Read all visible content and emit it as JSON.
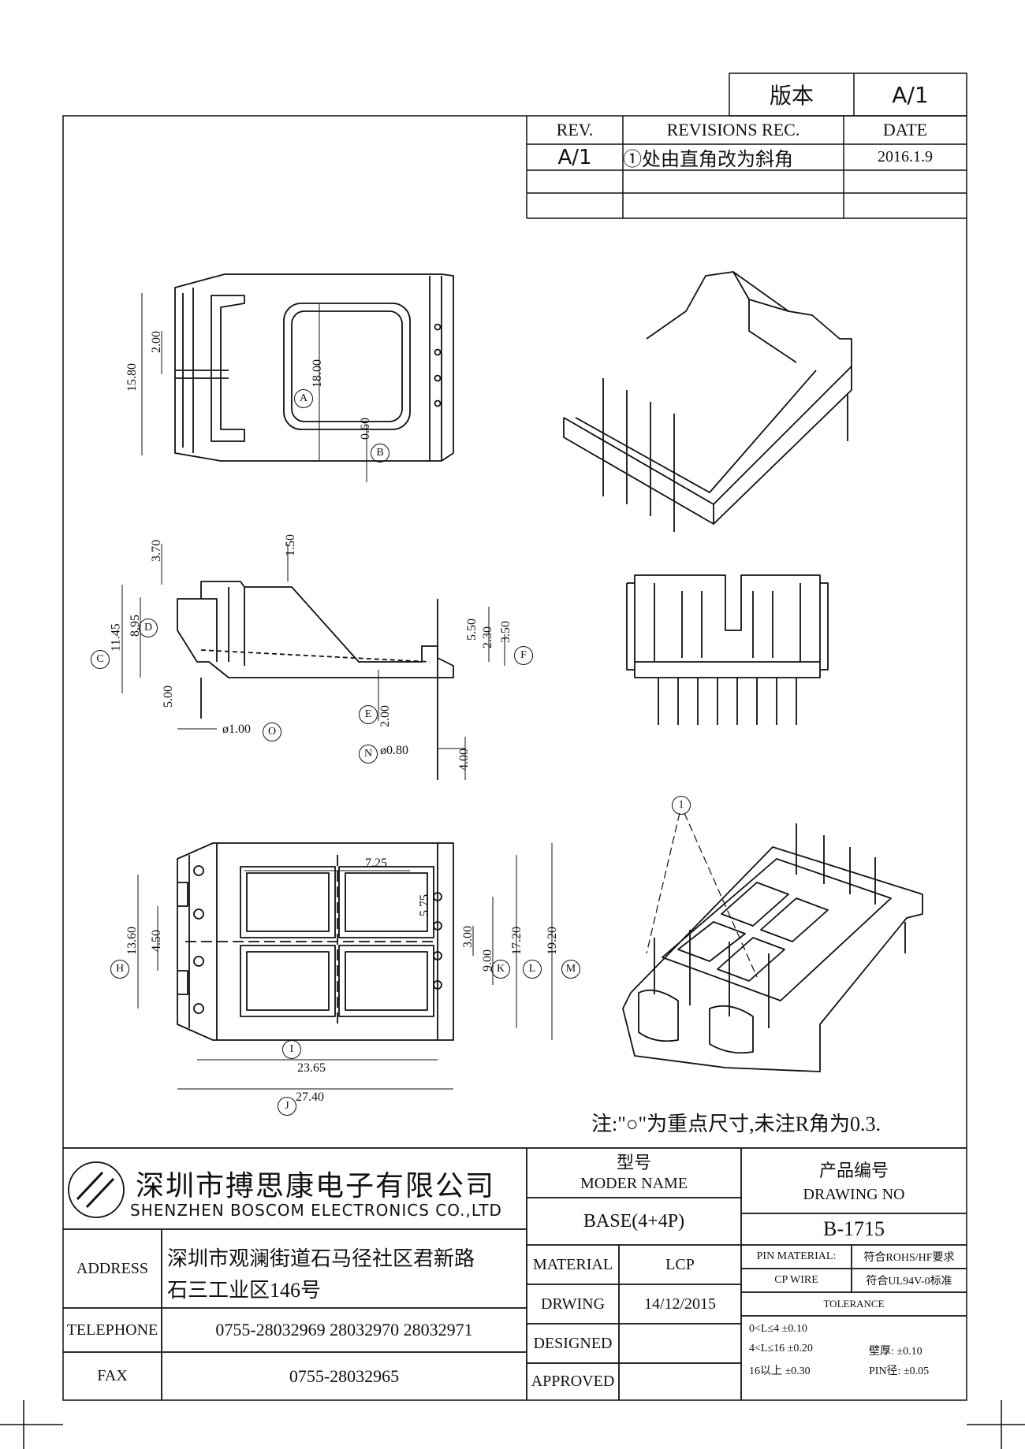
{
  "version_box": {
    "label": "版本",
    "value": "A/1"
  },
  "revision_table": {
    "headers": {
      "rev": "REV.",
      "rec": "REVISIONS REC.",
      "date": "DATE"
    },
    "rows": [
      {
        "rev": "A/1",
        "rec": "①处由直角改为斜角",
        "date": "2016.1.9"
      }
    ]
  },
  "dimensions": {
    "top_view": {
      "d1": "15.80",
      "d2": "2.00",
      "d3": "18.00",
      "d4": "0.60",
      "marker_a": "A",
      "marker_b": "B"
    },
    "side_view": {
      "d1": "3.70",
      "d2": "1.50",
      "d3": "11.45",
      "d4": "8.95",
      "d5": "5.50",
      "d6": "2.30",
      "d7": "3.50",
      "d8": "5.00",
      "d9": "2.00",
      "d10": "4.00",
      "pin1": "ø1.00",
      "pin2": "ø0.80",
      "marker_c": "C",
      "marker_d": "D",
      "marker_e": "E",
      "marker_f": "F",
      "marker_n": "N",
      "marker_o": "O"
    },
    "bottom_view": {
      "d1": "7.25",
      "d2": "5.75",
      "d3": "3.00",
      "d4": "9.00",
      "d5": "17.20",
      "d6": "19.20",
      "d7": "13.60",
      "d8": "4.50",
      "d9": "23.65",
      "d10": "27.40",
      "marker_h": "H",
      "marker_i": "I",
      "marker_j": "J",
      "marker_k": "K",
      "marker_l": "L",
      "marker_m": "M"
    },
    "callout_1": "1"
  },
  "note": "注:\"○\"为重点尺寸,未注R角为0.3.",
  "title_block": {
    "company_cn": "深圳市搏思康电子有限公司",
    "company_en": "SHENZHEN BOSCOM ELECTRONICS CO.,LTD",
    "model_label_cn": "型号",
    "model_label_en": "MODER NAME",
    "model_value": "BASE(4+4P)",
    "drawing_label_cn": "产品编号",
    "drawing_label_en": "DRAWING NO",
    "drawing_value": "B-1715",
    "address_label": "ADDRESS",
    "address_line1": "深圳市观澜街道石马径社区君新路",
    "address_line2": "石三工业区146号",
    "telephone_label": "TELEPHONE",
    "telephone_value": "0755-28032969 28032970 28032971",
    "fax_label": "FAX",
    "fax_value": "0755-28032965",
    "material_label": "MATERIAL",
    "material_value": "LCP",
    "drwing_label": "DRWING",
    "drwing_value": "14/12/2015",
    "designed_label": "DESIGNED",
    "approved_label": "APPROVED",
    "pin_material_label": "PIN MATERIAL:",
    "pin_material_value": "CP WIRE",
    "rohs": "符合ROHS/HF要求",
    "ul": "符合UL94V-0标准",
    "tolerance_label": "TOLERANCE",
    "tol1": "0<L≤4  ±0.10",
    "tol2": "4<L≤16  ±0.20",
    "tol3": "16以上     ±0.30",
    "wall": "壁厚:  ±0.10",
    "pin_dia": "PIN径:  ±0.05"
  }
}
